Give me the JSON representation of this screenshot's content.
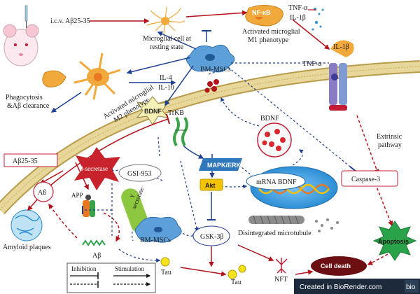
{
  "labels": {
    "icv": "i.c.v. Aβ25-35",
    "microglia_resting": [
      "Microglial cell at",
      "resting state"
    ],
    "nfkb": "NF-κB",
    "tnf_top": "TNF-α",
    "il1_top": "IL-1β",
    "activated_m1": [
      "Activated microglial",
      "M1 phenotype"
    ],
    "il1_right": "IL-1β",
    "tnf_right": "TNF-α",
    "bm_mscs_top": "BM-MSCs",
    "il4": "IL-4",
    "il10": "IL-10",
    "activated_m2": [
      "Activated microglial",
      "M2 phenotype"
    ],
    "phagocytosis": [
      "Phagocytosis",
      "&Aβ clearance"
    ],
    "bdnf_star": "BDNF",
    "trkb": "TrKB",
    "bdnf_cell": "BDNF",
    "extrinsic": [
      "Extrinsic",
      "pathway"
    ],
    "abeta_box": "Aβ25-35",
    "beta_secretase": "β-secretase",
    "gsi": "GSI-953",
    "mapk": "MAPK/ERK",
    "akt": "Akt",
    "mrna": "mRNA BDNF",
    "caspase": "Caspase-3",
    "abeta_circle": "Aß",
    "app": "APP",
    "gamma_secretase": [
      "γ",
      "secretase"
    ],
    "bm_mscs_bottom": "BM-MSCs",
    "gsk": "GSK-3β",
    "disintegrated": "Disintegrated microtubule",
    "apoptosis": "Apoptosis",
    "amyloid": "Amyloid plaques",
    "abeta_small": "Aβ",
    "tau1": "Tau",
    "tau2": "Tau",
    "nft": "NFT",
    "cell_death": "Cell death",
    "inhibition": "Inhibition",
    "stimulation": "Stimulation",
    "footer": "Created in BioRender.com",
    "footer_badge": "bio"
  },
  "colors": {
    "red_arrow": "#b3131b",
    "blue_arrow": "#1f3f8f",
    "membrane": "#e8d79a",
    "membrane_edge": "#b89b4a",
    "microglia": "#f2a93b",
    "msc": "#5d9fd8",
    "mapk": "#2f77bd",
    "akt": "#f4c400",
    "dna": "#2d8fd6",
    "star_red": "#c8232c",
    "green_pill": "#8dc63f",
    "apoptosis": "#2aa24a",
    "cell_death": "#6b0f12",
    "footer_bg": "#1d2a3b"
  }
}
